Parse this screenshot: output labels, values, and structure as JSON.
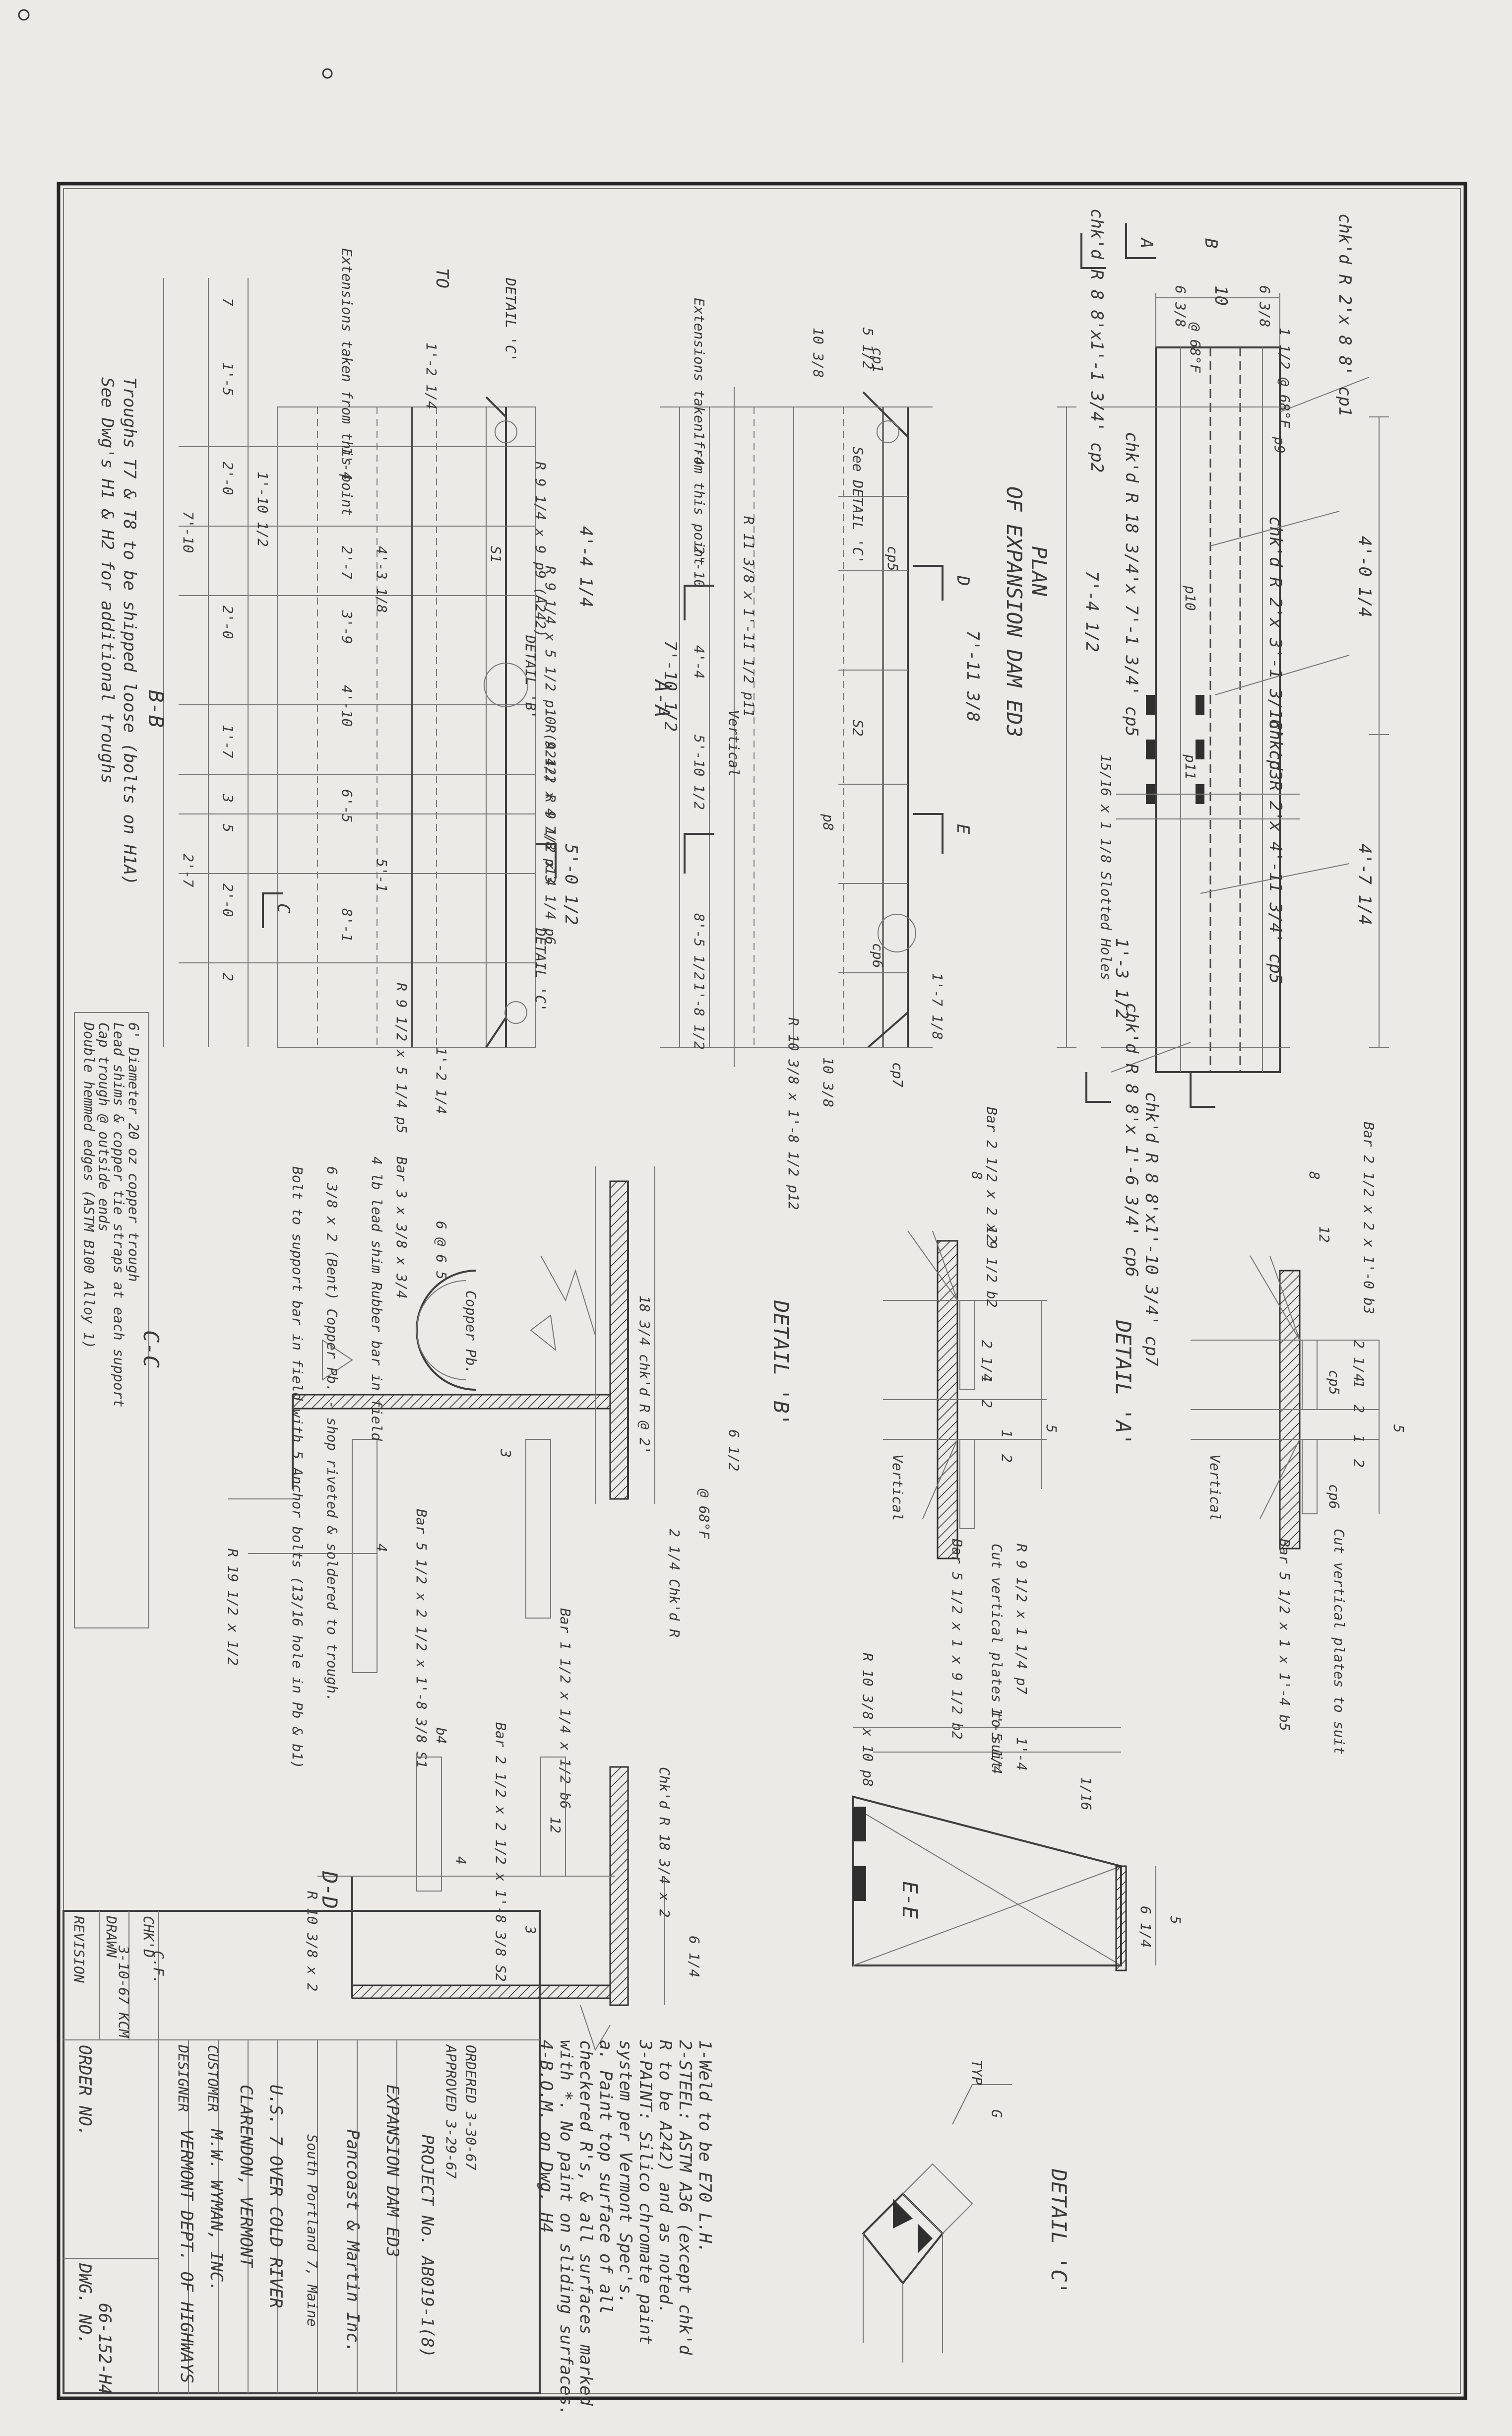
{
  "title_block": {
    "ordered": "ORDERED 3-30-67",
    "approved": "APPROVED 3-29-67",
    "drawing_title": "EXPANSION DAM ED3",
    "fabricator": "Pancoast & Martin Inc.",
    "fabricator_city": "South Portland 7, Maine",
    "project": "U.S. 7 OVER COLD RIVER",
    "location": "CLARENDON, VERMONT",
    "customer_label": "CUSTOMER",
    "customer": "M.W. WYMAN, INC.",
    "designer_label": "DESIGNER",
    "designer": "VERMONT DEPT. OF HIGHWAYS",
    "order_label": "ORDER NO.",
    "dwg_label": "DWG. NO.",
    "dwg_no": "66-152-H4",
    "project_no": "PROJECT No. AB019-1(8)",
    "checked_label": "CHK'D",
    "checked_by": "C.F.",
    "drawn_label": "DRAWN",
    "drawn": "3-10-67 KCM",
    "revision_label": "REVISION"
  },
  "notes": [
    "1-Weld to be E70 L.H.",
    "2-STEEL: ASTM A36 (except chk'd",
    "  R to be A242) and as noted.",
    "3-PAINT: Silico chromate paint",
    "  system per Vermont Spec's.",
    "  a. Paint top surface of all",
    "  checkered R's, & all surfaces marked",
    "  with *. No paint on sliding surfaces.",
    "4-B.O.M. on Dwg. H4"
  ],
  "views": {
    "plan_title": "PLAN",
    "plan_subtitle": "OF EXPANSION DAM ED3",
    "aa": "A-A",
    "bb": "B-B",
    "cc": "C-C",
    "dd": "D-D",
    "ee": "E-E",
    "detail_a": "DETAIL 'A'",
    "detail_b": "DETAIL 'B'",
    "detail_c": "DETAIL 'C'",
    "detail_c_small": "DETAIL 'C'",
    "detail_b_small": "DETAIL 'B'"
  },
  "plan_callouts": {
    "chk_top": "chk'd R 2'x 8 8' cp1",
    "chk_a": "chk'd R 8 8'x1'-1 3/4' cp2",
    "chk_mid1": "chk'd R 18 3/4'x 7'-1 3/4' cp5",
    "chk_mid2": "chk'd R 2'x 3'-1 3/16' cp3",
    "chk_mid3": "chk'd R 2'x 4'-11 3/4' cp5",
    "chk_bot1": "chk'd R 8 8'x 1'-6 3/4' cp6",
    "chk_bot2": "chk'd R 8 8'x1'-10 3/4' cp7",
    "slotted": "15/16 x 1 1/8 Slotted Holes",
    "dim_4_0": "4'-0 1/4",
    "dim_4_7": "4'-7 1/4",
    "dim_1_3": "1'-3 1/2",
    "dim_7_4": "7'-4 1/2",
    "dim_10": "10",
    "dim_6a": "6 3/8",
    "dim_6b": "6 3/8",
    "temp": "@ 68°F",
    "gap": "1 1/2 @ 68°F",
    "sec_a": "A",
    "sec_b": "B",
    "p10": "p10",
    "p11": "p11",
    "p9": "p9"
  },
  "aa_callouts": {
    "ext_note": "Extensions taken from this point",
    "see_detail": "See DETAIL 'C'",
    "dim_7_11": "7'-11 3/8",
    "dim_7_10": "7'-10 1/2",
    "dim_1_4": "1'-4",
    "dim_2_10": "2'-10",
    "dim_4_4": "4'-4",
    "dim_5_10": "5'-10 1/2",
    "dim_8_5": "8'-5 1/2",
    "dim_1_8": "1'-8 1/2",
    "dim_10_a": "10 3/8",
    "dim_10_b": "10 3/8",
    "dim_5": "5 1/2",
    "dim_1_7": "1'-7 1/8",
    "p11": "R 11 3/8 x 1'-11 1/2 p11",
    "p12": "R 10 3/8 x 1'-8 1/2 p12",
    "vertical": "Vertical",
    "s2": "S2",
    "e": "E",
    "d": "D",
    "cp1": "cp1",
    "cp5": "cp5",
    "cp6": "cp6",
    "cp7": "cp7",
    "p8": "p8"
  },
  "bb_callouts": {
    "ext_note": "Extensions taken from this point",
    "detail_c1": "DETAIL 'C'",
    "detail_b": "DETAIL 'B'",
    "detail_c2": "DETAIL 'C'",
    "p9": "R 9 1/4 x 9 p9 (A242)",
    "p10": "R 9 1/4 x 5 1/2 p10 (A242)",
    "p13": "R 9 1/2 x 4 7/8 p13",
    "p5": "R 9 1/2 x 5 1/4 p5",
    "p6": "R 9 1/2 x 4 1/4 p6",
    "dim_4_4": "4'-4 1/4",
    "dim_5_0": "5'-0 1/2",
    "dim_1_2": "1'-2 1/4",
    "dim_1_2b": "1'-2 1/4",
    "rows": [
      "7",
      "1'-5",
      "2'-0",
      "1'-10 1/2",
      "2'-0",
      "1'-7",
      "3",
      "5",
      "2'-0",
      "2",
      "2'-7",
      "7'-10"
    ],
    "cols": [
      "1'-4",
      "2'-7",
      "4'-3 1/8",
      "3'-9",
      "4'-10",
      "6'-5",
      "5'-1",
      "8'-1"
    ],
    "s1": "S1",
    "c": "C",
    "to_label": "TO"
  },
  "trough_notes": {
    "line1": "Troughs T7 & T8 to be shipped loose (bolts on H1A)",
    "line2": "See Dwg's H1 & H2 for additional troughs",
    "spec1": "6' Diameter 20 oz copper trough",
    "spec2": "Lead shims & copper tie straps at each support",
    "spec3": "Cap trough @ outside ends",
    "spec4": "Double hemmed edges (ASTM B100 Alloy 1)"
  },
  "cc_callouts": {
    "copper": "6 3/8 x 2 (Bent) Copper Pb. - shop riveted & soldered to trough.",
    "bolt": "Bolt to support bar in field with 5 Anchor bolts (13/16 hole in Pb & b1)",
    "bar": "Bar 3 x 3/8 x 3/4",
    "lead": "4 lb lead shim Rubber bar in field",
    "dim_65": "6 @ 6 5",
    "copper_pb": "Copper Pb.",
    "chk": "18 3/4 chk'd R @ 2'",
    "bar_s1": "Bar 5 1/2 x 2 1/2 x 1'-8 3/8 S1",
    "bar_b": "Bar 1 1/2 x 1/4 x 1/2 b6",
    "ckd": "2 1/4 Chk'd R",
    "temp": "@ 68°F",
    "pl": "R 19 1/2 x 1/2",
    "dim4": "4",
    "dim3": "3",
    "dim6": "6 1/2"
  },
  "dd_callouts": {
    "bar": "Bar 2 1/2 x 2 1/2 x 1'-8 3/8 S2",
    "chk": "Chk'd R 18 3/4 x 2",
    "pl": "R 10 3/8 x 2",
    "b4": "b4",
    "dim4": "4",
    "dim12": "12",
    "dim3": "3",
    "dim6": "6 1/4"
  },
  "detail_a_callouts": {
    "bar_top": "Bar 2 1/2 x 2 x 1'-0 b3",
    "bar_bot": "Bar 5 1/2 x 1 x 1'-4 b5",
    "cut": "Cut vertical plates to suit",
    "cp5": "cp5",
    "cp6": "cp6",
    "vertical": "Vertical",
    "dims": [
      "2 1/4",
      "1",
      "2",
      "1",
      "2",
      "5",
      "12",
      "8"
    ]
  },
  "detail_b_callouts": {
    "bar_top": "Bar 2 1/2 x 2 x 9 1/2 b2",
    "bar_bot": "Bar 5 1/2 x 1 x 9 1/2 b2",
    "cut": "Cut vertical plates to suit",
    "pl": "R 9 1/2 x 1 1/4 p7",
    "vertical": "Vertical",
    "dims": [
      "2 1/4",
      "1",
      "2",
      "1",
      "2",
      "5",
      "12",
      "8"
    ]
  },
  "ee_callouts": {
    "pl": "R 10 3/8 x 10 p8",
    "dim_1_5": "1'-5 1/4",
    "dim_1_4": "1'-4",
    "dim5": "5",
    "dim6": "6 1/4",
    "dim1": "1/16"
  },
  "detail_c_callouts": {
    "typ": "TYP",
    "g": "G"
  },
  "colors": {
    "paper": "#eceae6",
    "pencil": "#3a3a3a",
    "border": "#262626"
  }
}
